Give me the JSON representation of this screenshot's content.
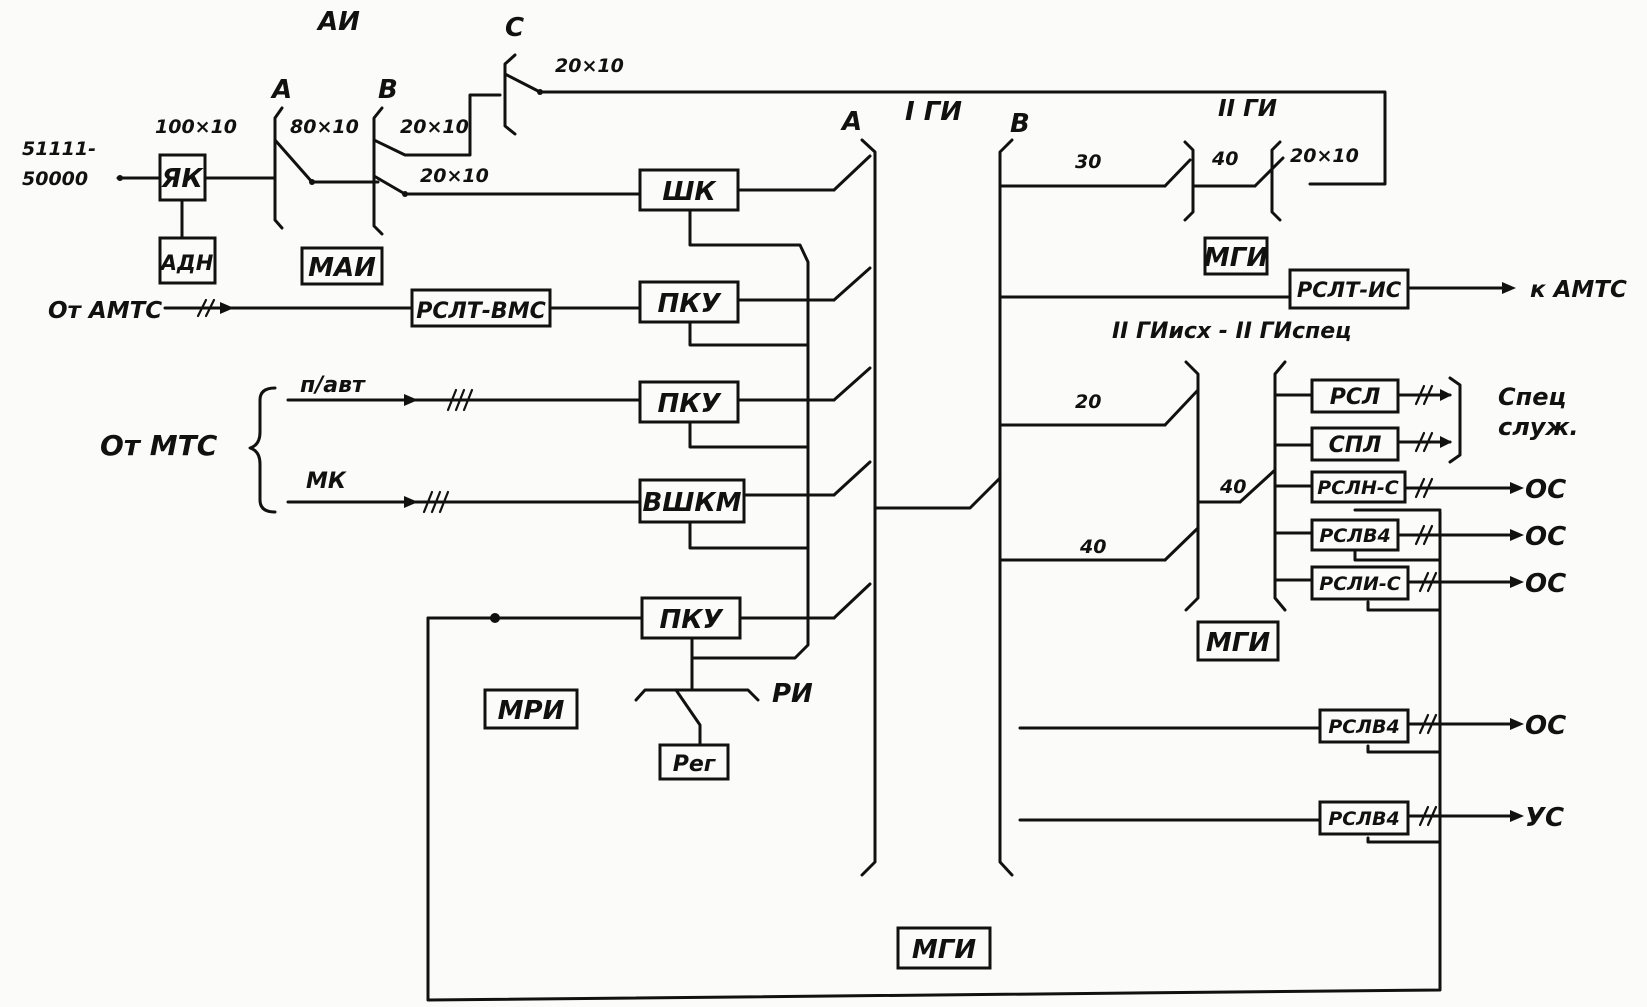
{
  "labels": {
    "ai": "АИ",
    "stage_a": "А",
    "stage_b": "В",
    "stage_c": "С",
    "n100x10": "100×10",
    "n80x10": "80×10",
    "n20x10_b": "20×10",
    "n20x10_c": "20×10",
    "n20x10_bottom": "20×10",
    "number_range_top": "51111-",
    "number_range_bottom": "50000",
    "ot_amts": "От АМТС",
    "ot_mts": "От МТС",
    "p_avt": "п/авт",
    "mk": "МК",
    "ri": "РИ",
    "ig_a": "А",
    "ig_title": "I ГИ",
    "ig_b": "В",
    "iig_title": "II ГИ",
    "n30": "30",
    "n40_top": "40",
    "n20x10_right": "20×10",
    "k_amts": "к АМТС",
    "iig_spec": "II ГИисх - II ГИспец",
    "n20": "20",
    "n40_mid": "40",
    "n40_low": "40",
    "spec_line1": "Спец",
    "spec_line2": "служ.",
    "os1": "ОС",
    "os2": "ОС",
    "os3": "ОС",
    "os4": "ОС",
    "us": "УС"
  },
  "boxes": {
    "yak": "ЯК",
    "adn": "АДН",
    "mai": "МАИ",
    "rslt_vmc": "РСЛТ-ВМС",
    "shk": "ШК",
    "pku1": "ПКУ",
    "pku2": "ПКУ",
    "vshkm": "ВШКМ",
    "pku3": "ПКУ",
    "mri": "МРИ",
    "reg": "Рег",
    "mgi_top": "МГИ",
    "rslt_is": "РСЛТ-ИС",
    "rsl_sp": "РСЛ",
    "spl": "СПЛ",
    "rsln_s": "РСЛН-С",
    "rslv4_1": "РСЛВ4",
    "rsli_s": "РСЛИ-С",
    "mgi_mid": "МГИ",
    "rslv4_2": "РСЛВ4",
    "rslv4_3": "РСЛВ4",
    "mgi_bottom": "МГИ"
  }
}
